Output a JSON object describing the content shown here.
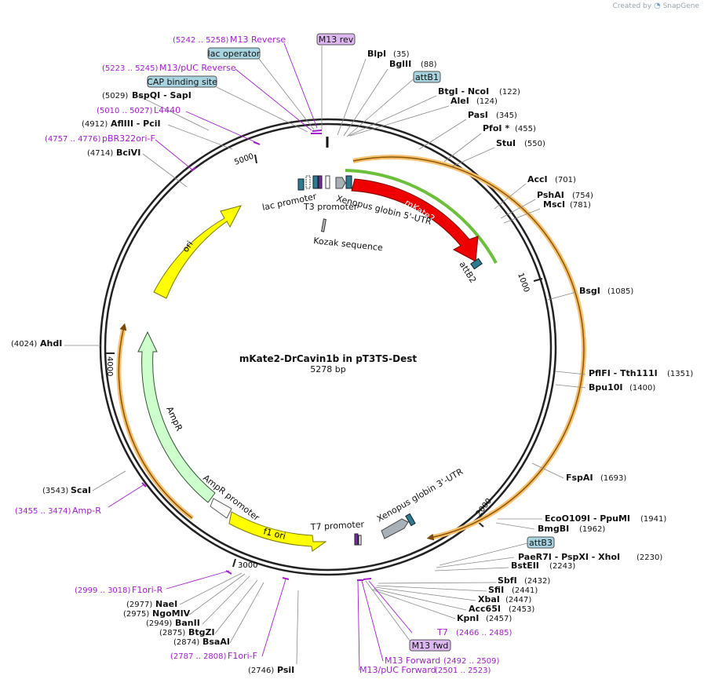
{
  "brand": {
    "created_by": "Created by",
    "app": "SnapGene"
  },
  "center": {
    "title": "mKate2-DrCavin1b in pT3TS-Dest",
    "length": "5278 bp"
  },
  "ticks": [
    "1000",
    "2000",
    "3000",
    "4000",
    "5000"
  ],
  "colors": {
    "enzyme_line": "#888888",
    "primer": "#a020c8",
    "mkate": "#ee0000",
    "ori": "#ffff00",
    "ampr": "#ccffcc",
    "teal": "#2f7a8c",
    "orf": "#f6a020"
  },
  "enzymes_right": [
    {
      "name": "BlpI",
      "pos": "(35)"
    },
    {
      "name": "BglII",
      "pos": "(88)"
    },
    {
      "name": "BtgI - NcoI",
      "pos": "(122)"
    },
    {
      "name": "AleI",
      "pos": "(124)"
    },
    {
      "name": "PasI",
      "pos": "(345)"
    },
    {
      "name": "PfoI *",
      "pos": "(455)"
    },
    {
      "name": "StuI",
      "pos": "(550)"
    },
    {
      "name": "AccI",
      "pos": "(701)"
    },
    {
      "name": "PshAI",
      "pos": "(754)"
    },
    {
      "name": "MscI",
      "pos": "(781)"
    },
    {
      "name": "BsgI",
      "pos": "(1085)"
    },
    {
      "name": "PflFI - Tth111I",
      "pos": "(1351)"
    },
    {
      "name": "Bpu10I",
      "pos": "(1400)"
    },
    {
      "name": "FspAI",
      "pos": "(1693)"
    },
    {
      "name": "EcoO109I - PpuMI",
      "pos": "(1941)"
    },
    {
      "name": "BmgBI",
      "pos": "(1962)"
    },
    {
      "name": "PaeR7I - PspXI - XhoI",
      "pos": "(2230)"
    },
    {
      "name": "BstEII",
      "pos": "(2243)"
    },
    {
      "name": "SbfI",
      "pos": "(2432)"
    },
    {
      "name": "SfiI",
      "pos": "(2441)"
    },
    {
      "name": "XbaI",
      "pos": "(2447)"
    },
    {
      "name": "Acc65I",
      "pos": "(2453)"
    },
    {
      "name": "KpnI",
      "pos": "(2457)"
    }
  ],
  "enzymes_left": [
    {
      "name": "BspQI - SapI",
      "pos": "(5029)"
    },
    {
      "name": "AflIII - PciI",
      "pos": "(4912)"
    },
    {
      "name": "BciVI",
      "pos": "(4714)"
    },
    {
      "name": "AhdI",
      "pos": "(4024)"
    },
    {
      "name": "ScaI",
      "pos": "(3543)"
    },
    {
      "name": "NaeI",
      "pos": "(2977)"
    },
    {
      "name": "NgoMIV",
      "pos": "(2975)"
    },
    {
      "name": "BanII",
      "pos": "(2949)"
    },
    {
      "name": "BtgZI",
      "pos": "(2875)"
    },
    {
      "name": "BsaAI",
      "pos": "(2874)"
    },
    {
      "name": "PsiI",
      "pos": "(2746)"
    }
  ],
  "primers": [
    {
      "name": "M13 Reverse",
      "pos": "(5242 .. 5258)"
    },
    {
      "name": "M13/pUC Reverse",
      "pos": "(5223 .. 5245)"
    },
    {
      "name": "L4440",
      "pos": "(5010 .. 5027)"
    },
    {
      "name": "pBR322ori-F",
      "pos": "(4757 .. 4776)"
    },
    {
      "name": "Amp-R",
      "pos": "(3455 .. 3474)"
    },
    {
      "name": "F1ori-R",
      "pos": "(2999 .. 3018)"
    },
    {
      "name": "F1ori-F",
      "pos": "(2787 .. 2808)"
    },
    {
      "name": "T7",
      "pos": "(2466 .. 2485)"
    },
    {
      "name": "M13 Forward",
      "pos": "(2492 .. 2509)"
    },
    {
      "name": "M13/pUC Forward",
      "pos": "(2501 .. 2523)"
    }
  ],
  "boxes": {
    "m13rev": "M13 rev",
    "lac_operator": "lac operator",
    "cap_site": "CAP binding site",
    "attb1": "attB1",
    "attb3": "attB3",
    "m13fwd": "M13 fwd"
  },
  "features": {
    "mkate2": "mKate2",
    "ori": "ori",
    "ampr": "AmpR",
    "f1ori": "f1 ori",
    "lac_promoter": "lac promoter",
    "t3_promoter": "T3 promoter",
    "xenopus5": "Xenopus globin 5'-UTR",
    "kozak": "Kozak sequence",
    "attb2": "attB2",
    "ampr_promoter": "AmpR promoter",
    "t7_promoter": "T7 promoter",
    "xenopus3": "Xenopus globin 3'-UTR"
  }
}
